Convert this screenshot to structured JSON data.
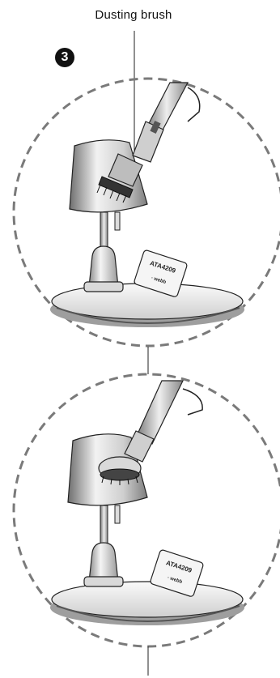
{
  "callout": {
    "label": "Dusting brush"
  },
  "step": {
    "number": "3"
  },
  "panels": [
    {
      "card_text": "ATA4209",
      "card_subtext": "◦ webb"
    },
    {
      "card_text": "ATA4209",
      "card_subtext": "◦ webb"
    }
  ],
  "colors": {
    "line": "#222222",
    "metal_light": "#f2f2f2",
    "metal_mid": "#bdbdbd",
    "metal_dark": "#6e6e6e"
  }
}
